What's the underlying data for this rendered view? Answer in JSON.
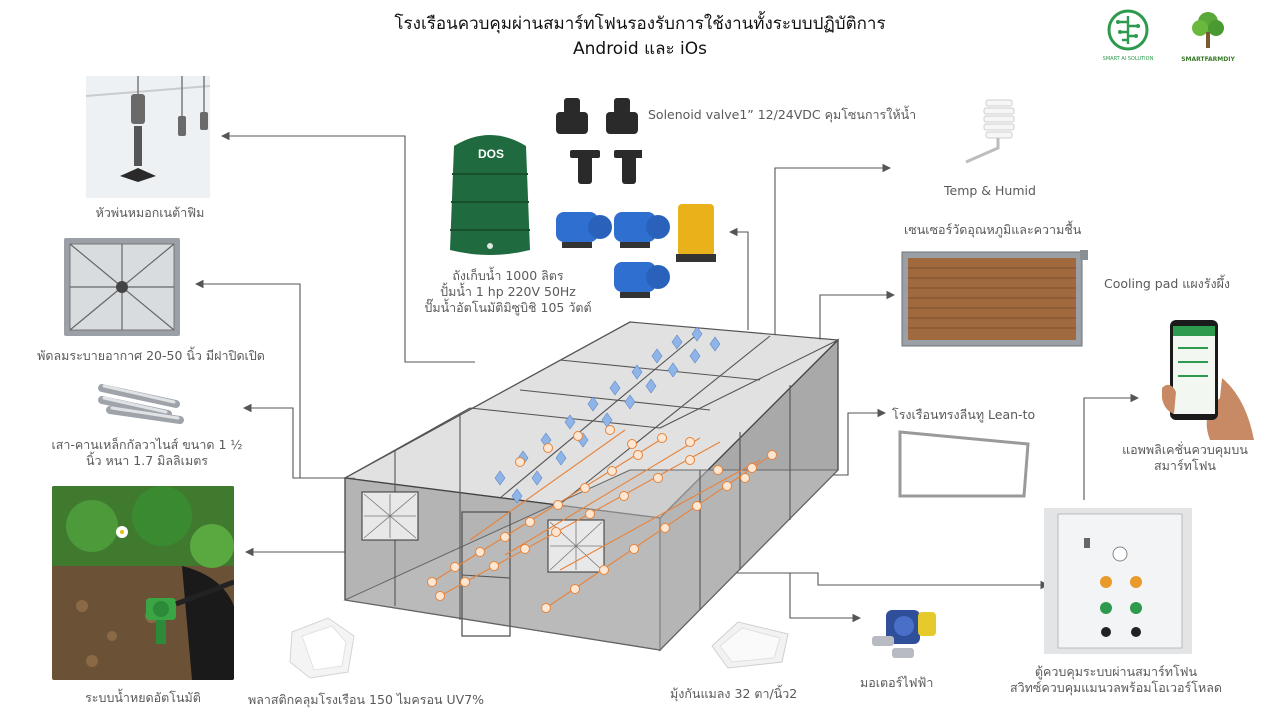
{
  "title": {
    "line1": "โรงเรือนควบคุมผ่านสมาร์ทโฟนรองรับการใช้งานทั้งระบบปฏิบัติการ",
    "line2": "Android และ iOs"
  },
  "logos": [
    {
      "icon": "smart-ai-solution-logo",
      "text": "SMART AI SOLUTION"
    },
    {
      "icon": "smartfarmdiy-logo",
      "text": "SMARTFARMDIY"
    }
  ],
  "tank_brand": "DOS",
  "labels": {
    "fog_nozzle": "หัวพ่นหมอกเนต้าฟิม",
    "fan": "พัดลมระบายอากาศ 20-50 นิ้ว มีฝาปิดเปิด",
    "steel_line1": "เสา-คานเหล็กกัลวาไนส์ ขนาด 1 ½",
    "steel_line2": "นิ้ว หนา 1.7 มิลลิเมตร",
    "drip": "ระบบน้ำหยดอัตโนมัติ",
    "plastic": "พลาสติกคลุมโรงเรือน 150 ไมครอน UV7%",
    "net": "มุ้งกันแมลง 32 ตา/นิ้ว2",
    "motor": "มอเตอร์ไฟฟ้า",
    "cabinet_line1": "ตู้ควบคุมระบบผ่านสมาร์ทโฟน",
    "cabinet_line2": "สวิทซ์ควบคุมแมนวลพร้อมโอเวอร์โหลด",
    "app_line1": "แอพพลิเคชั่นควบคุมบน",
    "app_line2": "สมาร์ทโฟน",
    "leanto": "โรงเรือนทรงลีนทู Lean-to",
    "cooling_pad": "Cooling  pad แผงรังผึ้ง",
    "sensor_th": "เซนเซอร์วัดอุณหภูมิและความชื้น",
    "temp_humid": "Temp & Humid",
    "solenoid": "Solenoid  valve1” 12/24VDC คุมโซนการให้น้ำ",
    "tank_line1": "ถังเก็บน้ำ 1000 ลิตร",
    "tank_line2": "ปั้มน้ำ 1 hp 220V 50Hz",
    "tank_line3": "ปั๊มน้ำอัตโนมัติมิซูบิชิ 105 วัตต์"
  },
  "colors": {
    "frame": "#555555",
    "wall": "#b8b8b8",
    "sprinkler": "#e8833a",
    "fog": "#8fb4e8",
    "tank": "#1f6b3f",
    "pump": "#2f6fd0",
    "arrow": "#555555"
  }
}
